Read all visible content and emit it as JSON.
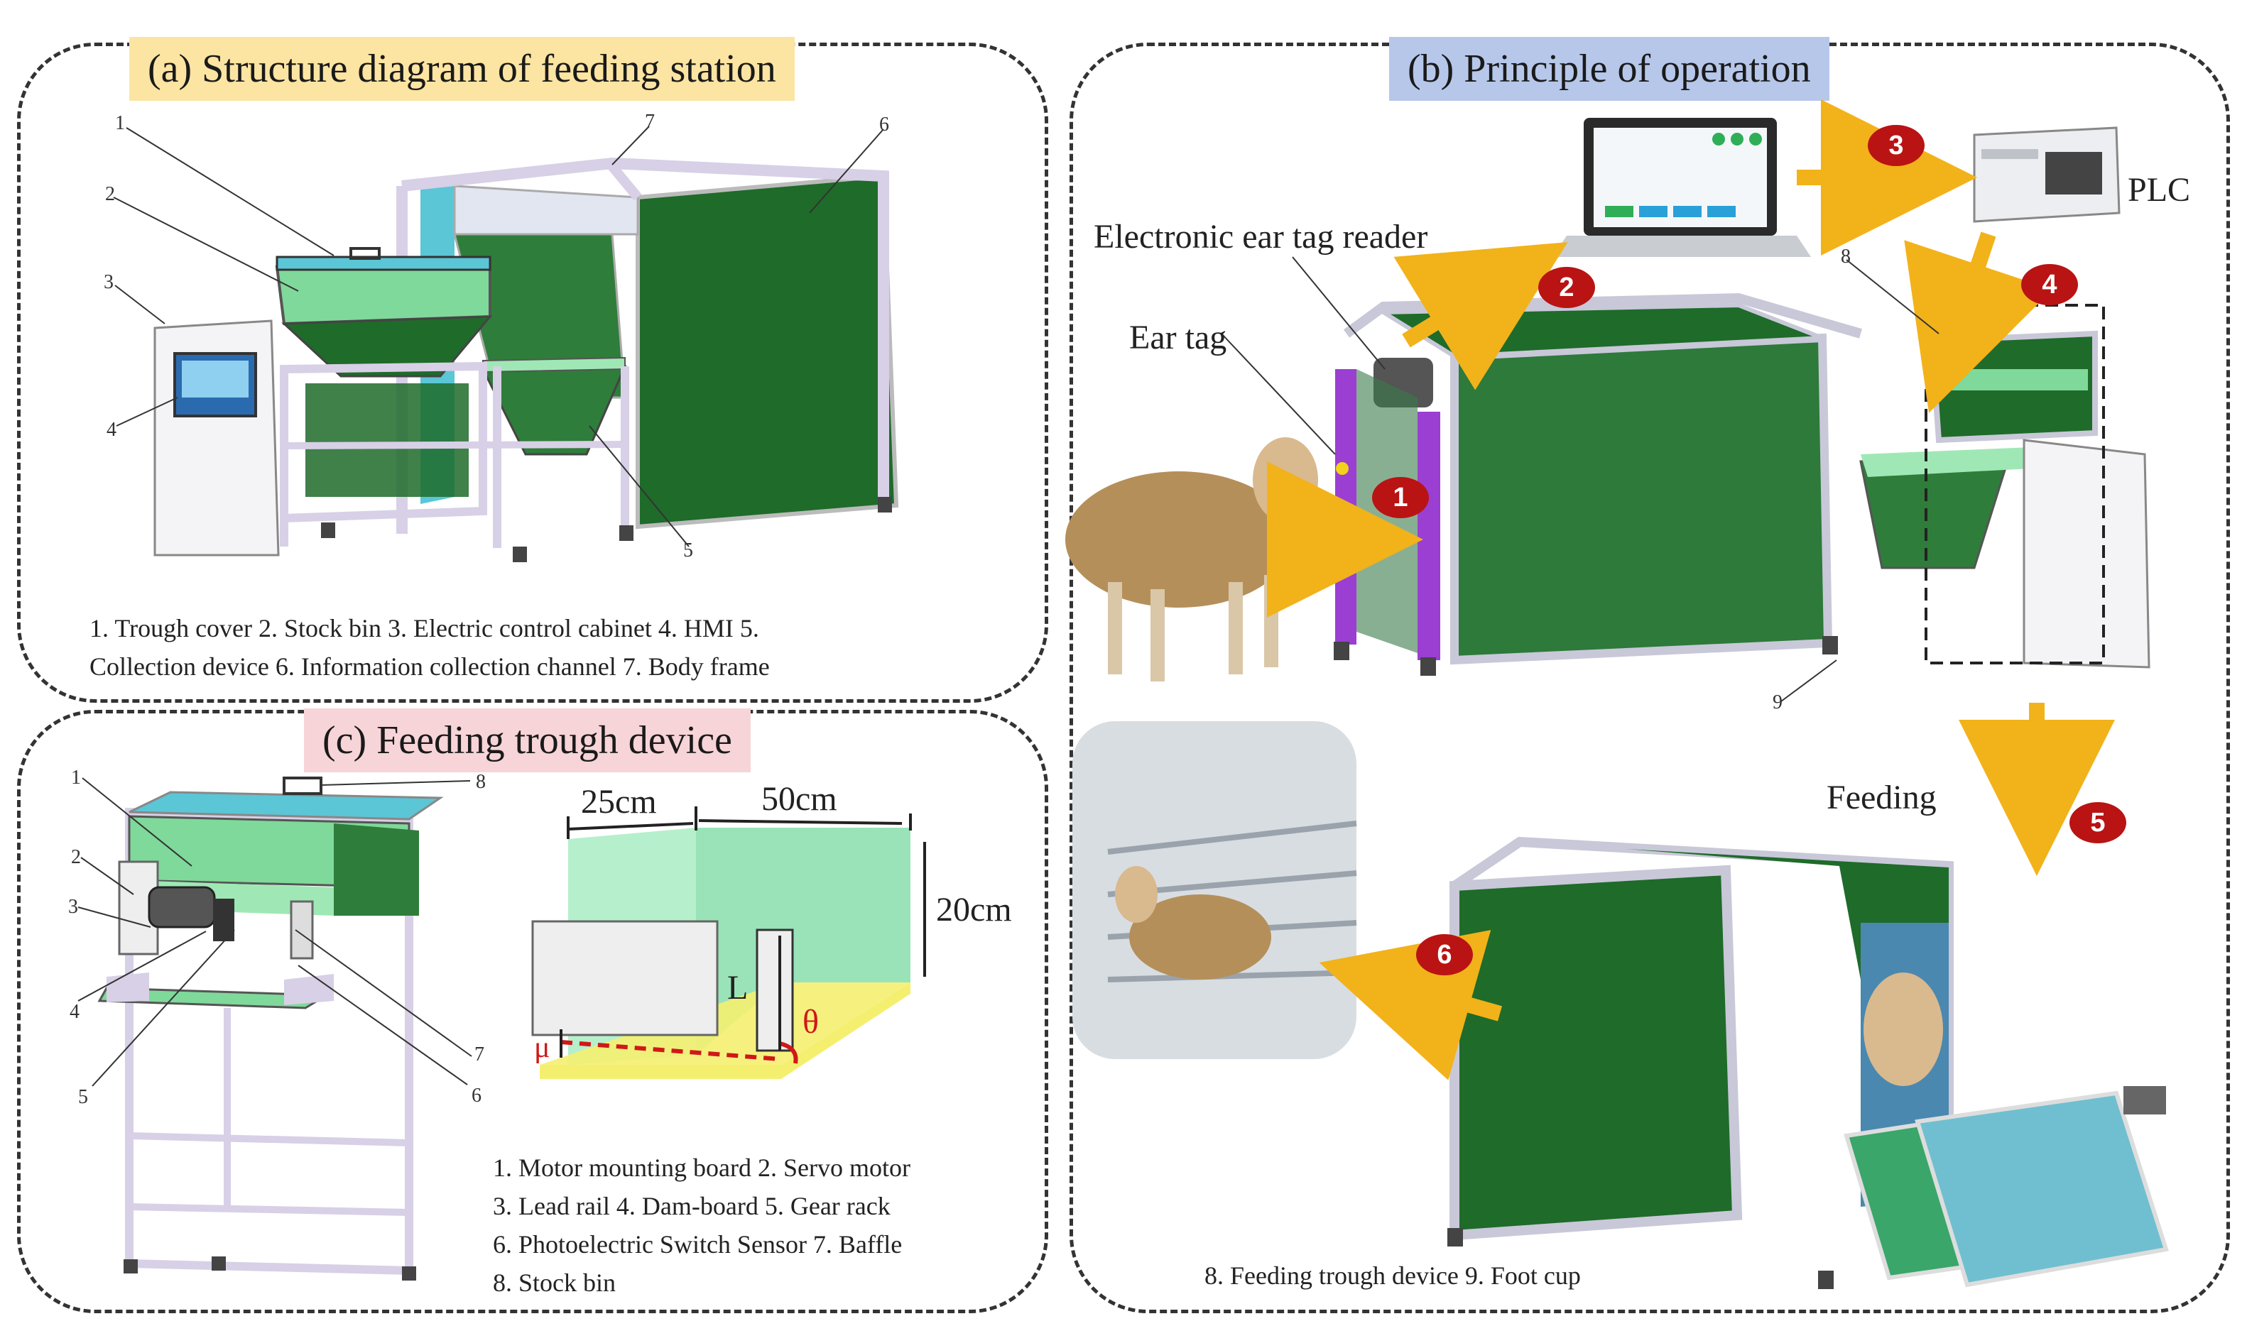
{
  "panel_a": {
    "title": "(a) Structure diagram of feeding station",
    "title_bg": "#fce4a2",
    "legend_line1": "1. Trough cover  2. Stock bin  3. Electric control cabinet  4. HMI  5.",
    "legend_line2": "Collection device  6. Information collection channel  7. Body frame",
    "numbers": [
      "1",
      "2",
      "3",
      "4",
      "5",
      "6",
      "7"
    ]
  },
  "panel_b": {
    "title": "(b) Principle of operation",
    "title_bg": "#b6c7ea",
    "reader_label": "Electronic ear tag reader",
    "eartag_label": "Ear tag",
    "plc_label": "PLC",
    "feeding_label": "Feeding",
    "legend": "8. Feeding trough device  9. Foot cup",
    "numbers": [
      "8",
      "9"
    ],
    "steps": [
      "1",
      "2",
      "3",
      "4",
      "5",
      "6"
    ]
  },
  "panel_c": {
    "title": "(c) Feeding trough device",
    "title_bg": "#f7d4d8",
    "dim_25": "25cm",
    "dim_50": "50cm",
    "dim_20": "20cm",
    "sym_L": "L",
    "sym_theta": "θ",
    "sym_mu": "μ",
    "legend": [
      "1. Motor mounting board 2. Servo motor",
      "3. Lead rail  4. Dam-board  5. Gear rack",
      "6. Photoelectric Switch Sensor  7. Baffle",
      "8. Stock bin"
    ],
    "numbers": [
      "1",
      "2",
      "3",
      "4",
      "5",
      "6",
      "7",
      "8"
    ]
  },
  "colors": {
    "dark_green": "#1f6b2a",
    "light_green": "#7fd99a",
    "cyan": "#5bc6d6",
    "frame": "#d8d0e6",
    "arrow": "#f2b21a",
    "step_red": "#b91313",
    "purple": "#9a3fd1"
  }
}
